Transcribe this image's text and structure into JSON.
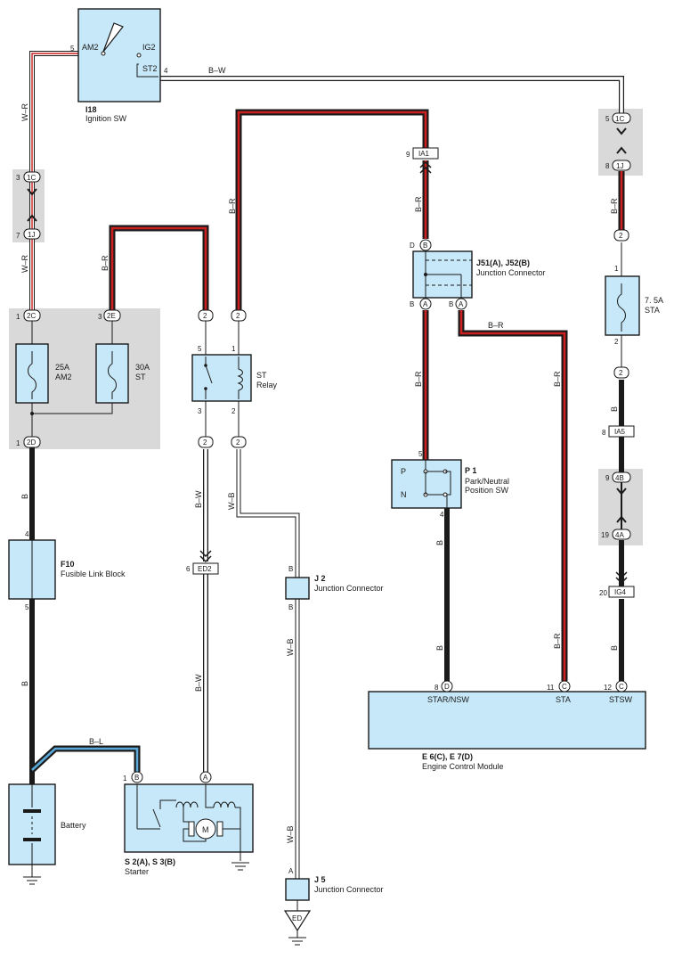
{
  "colors": {
    "box_fill": "#c7e8f8",
    "gray_area": "#d9d9d9",
    "red": "#cc1f1f",
    "black": "#1a1a1a",
    "blue": "#5aa9d8",
    "white": "#ffffff"
  },
  "components": {
    "ignition": {
      "id": "I18",
      "name": "Ignition SW",
      "t_am2": "AM2",
      "t_ig2": "IG2",
      "t_st2": "ST2",
      "pin_am2": "5",
      "pin_st2": "4"
    },
    "fuse_am2": {
      "rating": "25A",
      "name": "AM2"
    },
    "fuse_st": {
      "rating": "30A",
      "name": "ST"
    },
    "st_relay": {
      "name": "ST",
      "name2": "Relay",
      "p5": "5",
      "p1": "1",
      "p3": "3",
      "p2": "2"
    },
    "junction_top": {
      "id": "J51(A), J52(B)",
      "name": "Junction Connector",
      "top_letter": "B",
      "top_pin": "D",
      "pin_a_left": "A",
      "pin_a_right": "A",
      "pin_b_left": "B",
      "pin_b_right": "B"
    },
    "fuse_sta": {
      "rating": "7. 5A",
      "name": "STA",
      "p1": "1",
      "p2": "2"
    },
    "pn_sw": {
      "id": "P 1",
      "name": "Park/Neutral",
      "name2": "Position SW",
      "P": "P",
      "N": "N",
      "pin_top": "5",
      "pin_bottom": "4"
    },
    "fusible": {
      "id": "F10",
      "name": "Fusible Link Block",
      "pin_top": "4",
      "pin_bottom": "5"
    },
    "j2": {
      "id": "J 2",
      "name": "Junction Connector",
      "pin_top": "B",
      "pin_bottom": "B"
    },
    "ecm": {
      "id": "E 6(C), E 7(D)",
      "name": "Engine Control Module",
      "t1": "STAR/NSW",
      "t2": "STA",
      "t3": "STSW",
      "p1": "8",
      "p1c": "D",
      "p2": "11",
      "p2c": "C",
      "p3": "12",
      "p3c": "C"
    },
    "battery": {
      "name": "Battery"
    },
    "starter": {
      "id": "S 2(A), S 3(B)",
      "name": "Starter",
      "motor": "M",
      "pin_b": "1",
      "pin_bc": "B",
      "pin_a": "A"
    },
    "j5": {
      "id": "J 5",
      "name": "Junction Connector",
      "pin_top": "A"
    },
    "ground_ed": {
      "label": "ED"
    }
  },
  "connectors": {
    "c1c_left": {
      "pin": "3",
      "code": "1C"
    },
    "c1j_left": {
      "pin": "7",
      "code": "1J"
    },
    "c2c": {
      "pin": "1",
      "code": "2C"
    },
    "c2e": {
      "pin": "3",
      "code": "2E"
    },
    "c2d": {
      "pin": "1",
      "code": "2D"
    },
    "relay_top_left": {
      "code": "2"
    },
    "relay_top_right": {
      "code": "2"
    },
    "relay_bot_left": {
      "code": "2"
    },
    "relay_bot_right": {
      "code": "2"
    },
    "ia1": {
      "pin": "9",
      "code": "IA1"
    },
    "c1c_right": {
      "pin": "5",
      "code": "1C"
    },
    "c1j_right": {
      "pin": "8",
      "code": "1J"
    },
    "c2_sta_top": {
      "code": "2"
    },
    "c2_sta_bot": {
      "code": "2"
    },
    "ia5": {
      "pin": "8",
      "code": "IA5"
    },
    "c4b": {
      "pin": "9",
      "code": "4B"
    },
    "c4a": {
      "pin": "19",
      "code": "4A"
    },
    "ig4": {
      "pin": "20",
      "code": "IG4"
    },
    "ed2": {
      "pin": "6",
      "code": "ED2"
    }
  },
  "wires": {
    "w_r_1": "W–R",
    "w_r_2": "W–R",
    "b_w_top": "B–W",
    "b_r_a": "B–R",
    "b_r_b": "B–R",
    "b_r_c": "B–R",
    "b_r_d": "B–R",
    "b_r_e": "B–R",
    "b_r_f": "B–R",
    "b_r_g": "B–R",
    "b_1": "B",
    "b_2": "B",
    "b_3": "B",
    "b_4": "B",
    "b_5": "B",
    "b_6": "B",
    "b_w_1": "B–W",
    "b_w_2": "B–W",
    "w_b_1": "W–B",
    "w_b_2": "W–B",
    "w_b_3": "W–B",
    "b_l": "B–L"
  }
}
